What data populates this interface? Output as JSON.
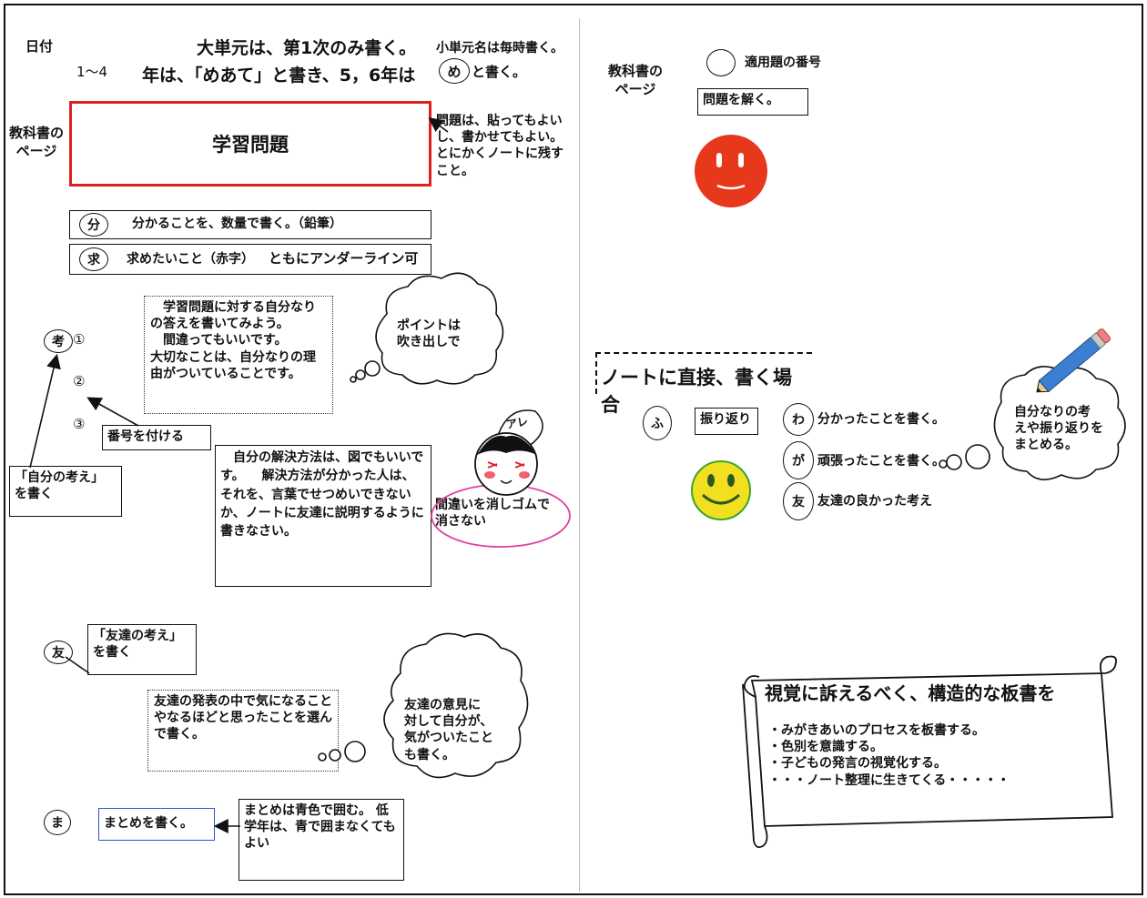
{
  "left": {
    "date_label": "日付",
    "grade_range": "1～4",
    "header_line1": "大単元は、第1次のみ書く。",
    "header_small": "小単元名は毎時書く。",
    "header_line2": "年は、「めあて」と書き、5，6年は",
    "me_mark": "め",
    "header_line2_end": "と書く。",
    "textbook_page_label": "教科書の\nページ",
    "problem_title": "学習問題",
    "problem_note": "問題は、貼ってもよいし、書かせてもよい。\nとにかくノートに残すこと。",
    "bun_mark": "分",
    "bun_text": "分かることを、数量で書く。（鉛筆）",
    "kyu_mark": "求",
    "kyu_text": "求めたいこと（赤字）",
    "kyu_text_bold": "ともにアンダーライン可",
    "ko_mark": "考",
    "num1": "①",
    "num2": "②",
    "num3": "③",
    "own_answer_note": "　学習問題に対する自分なりの答えを書いてみよう。\n　間違ってもいいです。\n大切なことは、自分なりの理由がついていることです。",
    "point_cloud": "ポイントは\n吹き出しで",
    "number_label": "番号を付ける",
    "own_thought_label": "「自分の考え」\nを書く",
    "solution_note": "　自分の解決方法は、図でもいいです。\n　解決方法が分かった人は、それを、言葉でせつめいできないか、ノートに友達に説明するように書きなさい。",
    "are_bubble": "アレ",
    "eraser_note": "間違いを消しゴムで\n消さない",
    "tomo_mark": "友",
    "friend_thought_label": "「友達の考え」\nを書く",
    "friend_note": "友達の発表の中で気になることやなるほどと思ったことを選んで書く。",
    "friend_cloud": "友達の意見に\n対して自分が、\n気がついたこと\nも書く。",
    "ma_mark": "ま",
    "summary_label": "まとめを書く。",
    "summary_note": "まとめは青色で囲む。\n低学年は、青で囲まなくてもよい"
  },
  "right": {
    "textbook_page_label": "教科書の\nページ",
    "apply_label": "適用題の番号",
    "solve_label": "問題を解く。",
    "direct_heading": "ノートに直接、書く場合",
    "fu_mark": "ふ",
    "reflection_label": "振り返り",
    "wa_mark": "わ",
    "wa_text": "分かったことを書く。",
    "ga_mark": "が",
    "ga_text": "頑張ったことを書く。",
    "tomo_mark": "友",
    "tomo_text": "友達の良かった考え",
    "self_cloud": "自分なりの考\nえや振り返りを\nまとめる。",
    "scroll_title": "視覚に訴えるべく、構造的な板書を",
    "scroll_items": [
      "・みがきあいのプロセスを板書する。",
      "・色別を意識する。",
      "・子どもの発言の視覚化する。",
      "・・・ノート整理に生きてくる・・・・・"
    ]
  },
  "colors": {
    "problem_border": "#e02020",
    "summary_border": "#2b55c8",
    "eraser_oval": "#e040a0",
    "red_face": "#e8381c",
    "smiley": "#f2e020",
    "smiley_edge": "#3aa52e",
    "pencil": "#3a7fd0"
  }
}
